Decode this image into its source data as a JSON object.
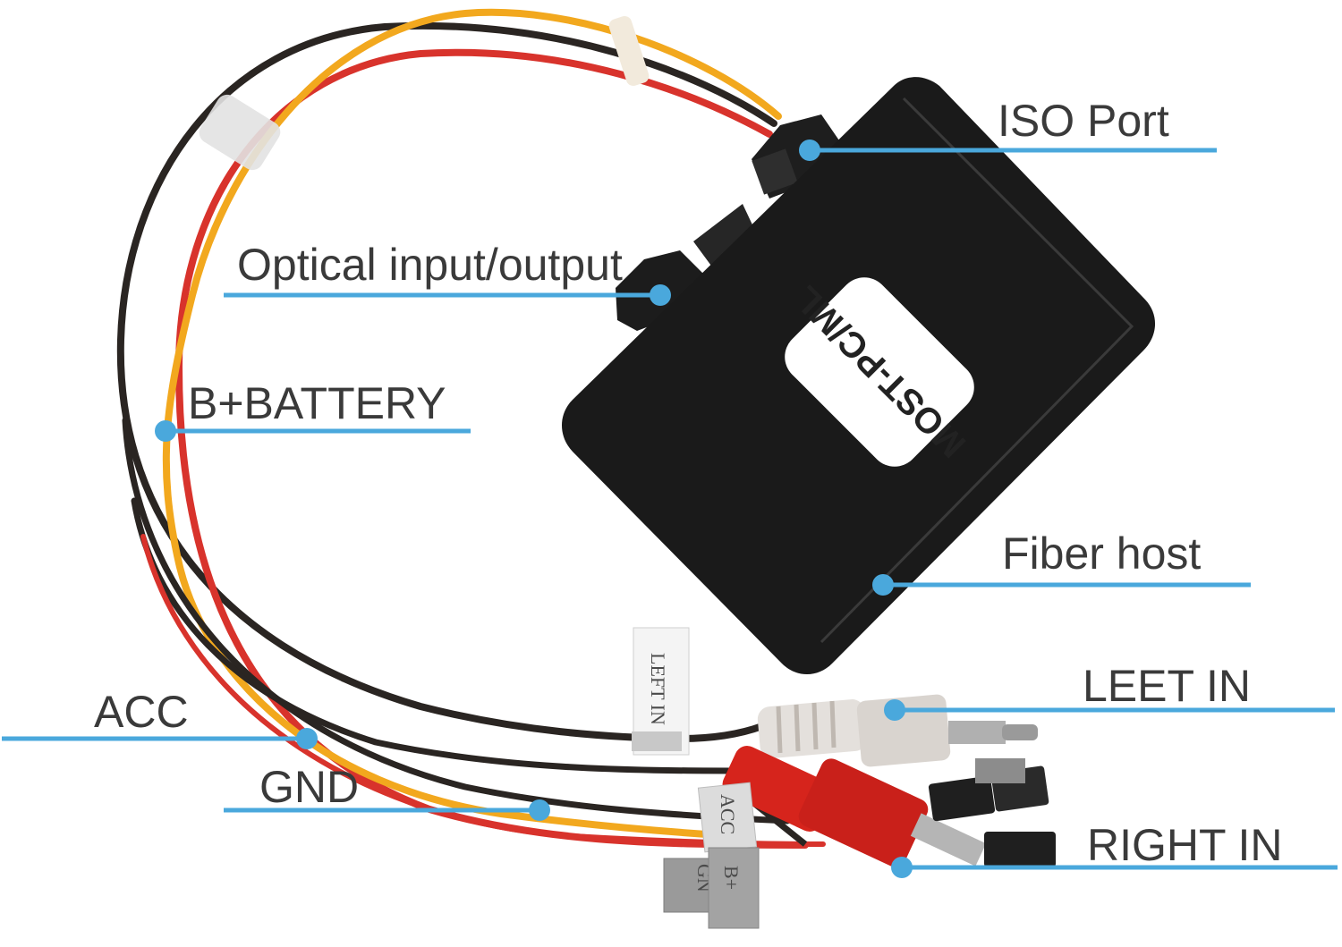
{
  "colors": {
    "callout_line": "#4aa8dc",
    "wire_black": "#2a2522",
    "wire_red": "#d8332c",
    "wire_yellow": "#f2a81e",
    "module_body": "#1a1a1a",
    "rca_white": "#e4e0dc",
    "rca_red": "#d6241c"
  },
  "module": {
    "label": "MOST-PC/ML"
  },
  "callouts": {
    "iso_port": "ISO Port",
    "optical": "Optical input/output",
    "battery": "B+BATTERY",
    "fiber_host": "Fiber host",
    "left_in": "LEET IN",
    "acc": "ACC",
    "gnd": "GND",
    "right_in": "RIGHT IN"
  },
  "wire_tags": {
    "left_in": "LEFT IN",
    "acc": "ACC",
    "gnd": "GN",
    "bplus": "B+"
  }
}
